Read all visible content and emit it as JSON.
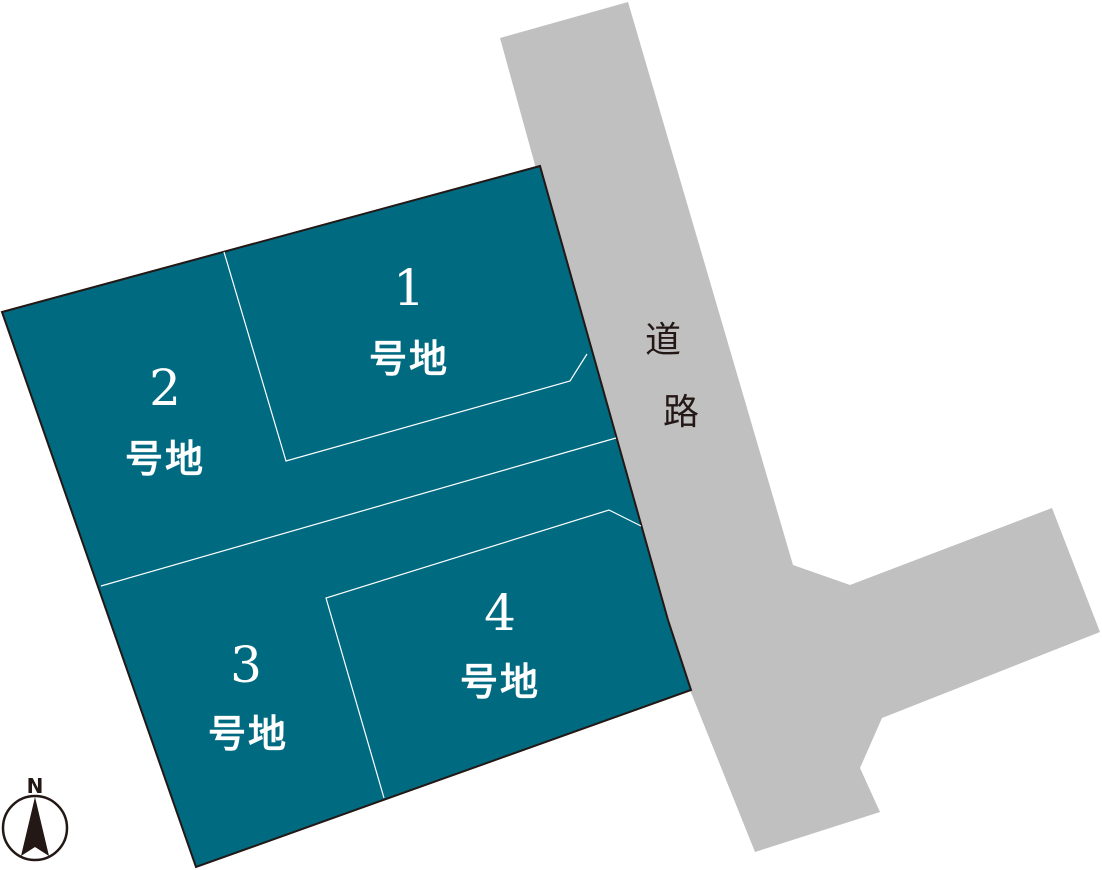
{
  "colors": {
    "lot_fill": "#006a81",
    "road_fill": "#bfc0bf",
    "outline": "#231815",
    "divider": "#ffffff",
    "label": "#ffffff"
  },
  "road": {
    "label_chars": [
      "道",
      "路"
    ]
  },
  "lots": [
    {
      "number": "1",
      "suffix": "号地"
    },
    {
      "number": "2",
      "suffix": "号地"
    },
    {
      "number": "3",
      "suffix": "号地"
    },
    {
      "number": "4",
      "suffix": "号地"
    }
  ],
  "compass": {
    "letter": "N",
    "icon": "north-arrow-icon"
  }
}
